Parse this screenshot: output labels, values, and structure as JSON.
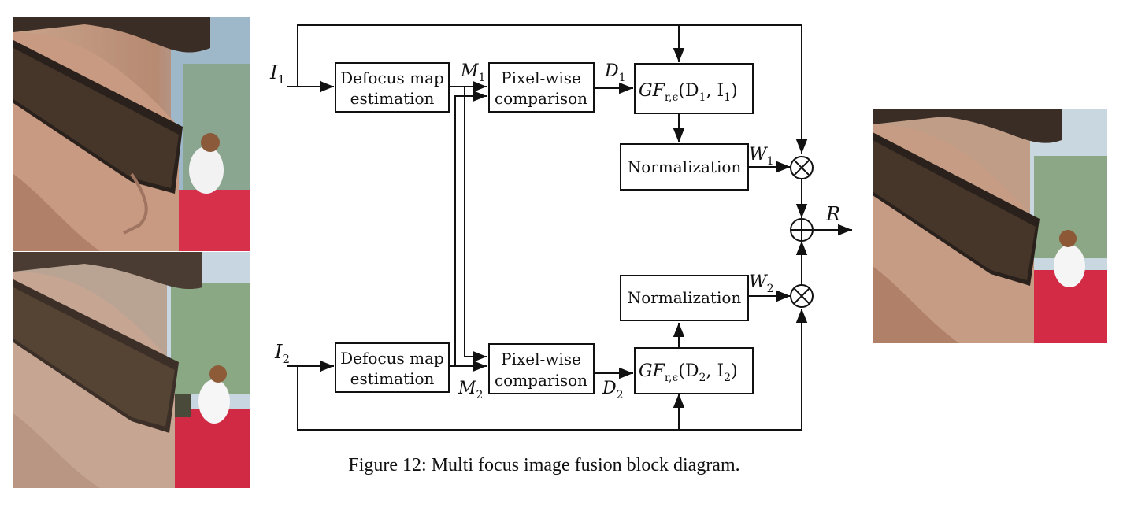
{
  "diagram": {
    "blocks": {
      "defocus_1": [
        "Defocus map",
        "estimation"
      ],
      "pixel_1": [
        "Pixel-wise",
        "comparison"
      ],
      "gf_1": {
        "prefix": "GF",
        "subscript": "r,ϵ",
        "args": "(D",
        "arg_sub": "1",
        "sep": ", I",
        "sep_sub": "1",
        "close": ")"
      },
      "norm_1": "Normalization",
      "defocus_2": [
        "Defocus map",
        "estimation"
      ],
      "pixel_2": [
        "Pixel-wise",
        "comparison"
      ],
      "gf_2": {
        "prefix": "GF",
        "subscript": "r,ϵ",
        "args": "(D",
        "arg_sub": "2",
        "sep": ", I",
        "sep_sub": "2",
        "close": ")"
      },
      "norm_2": "Normalization"
    },
    "signals": {
      "I1": {
        "base": "I",
        "sub": "1"
      },
      "I2": {
        "base": "I",
        "sub": "2"
      },
      "M1": {
        "base": "M",
        "sub": "1"
      },
      "M2": {
        "base": "M",
        "sub": "2"
      },
      "D1": {
        "base": "D",
        "sub": "1"
      },
      "D2": {
        "base": "D",
        "sub": "2"
      },
      "W1": {
        "base": "W",
        "sub": "1"
      },
      "W2": {
        "base": "W",
        "sub": "2"
      },
      "R": {
        "base": "R",
        "sub": ""
      }
    },
    "operators": {
      "multiply": "⊗",
      "add": "⊕"
    }
  },
  "caption": "Figure 12: Multi focus image fusion block diagram.",
  "photos": {
    "input_1": "source image 1 — foreground face in focus",
    "input_2": "source image 2 — background in focus",
    "output": "fused result"
  }
}
